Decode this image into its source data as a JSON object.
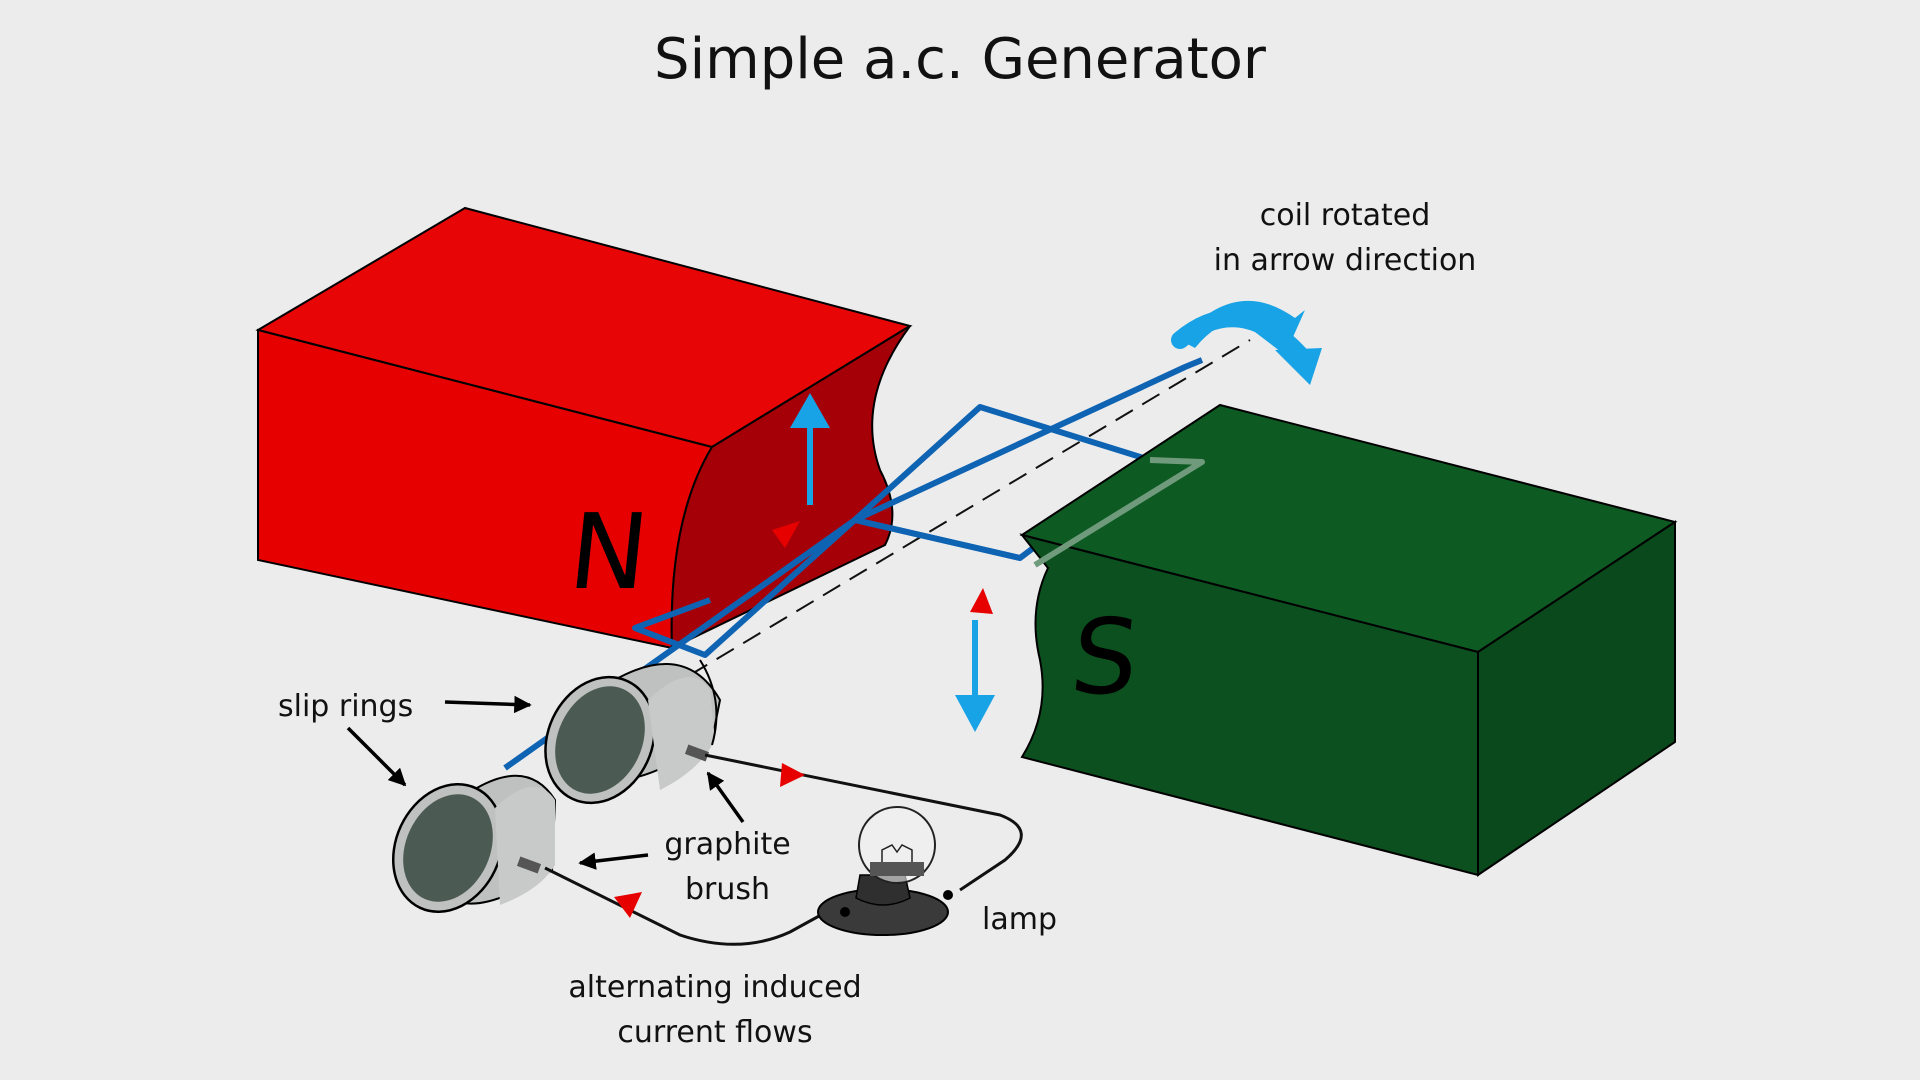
{
  "title": "Simple a.c. Generator",
  "labels": {
    "north": "N",
    "south": "S",
    "coil_rotation_1": "coil rotated",
    "coil_rotation_2": "in arrow direction",
    "slip_rings": "slip rings",
    "graphite_brush_1": "graphite",
    "graphite_brush_2": "brush",
    "lamp": "lamp",
    "current_1": "alternating induced",
    "current_2": "current flows"
  },
  "colors": {
    "north_magnet": "#e60000",
    "north_face": "#a50008",
    "south_magnet": "#0b501e",
    "coil": "#0f63b3",
    "motion_arrow": "#17a3e6",
    "current_arrow": "#e60000",
    "slip_ring": "#bfc1c0",
    "slip_ring_inner": "#4b5a52"
  },
  "icons": [
    "rotation-arrow-icon",
    "lamp-icon",
    "current-direction-arrow-icon",
    "force-arrow-icon"
  ]
}
